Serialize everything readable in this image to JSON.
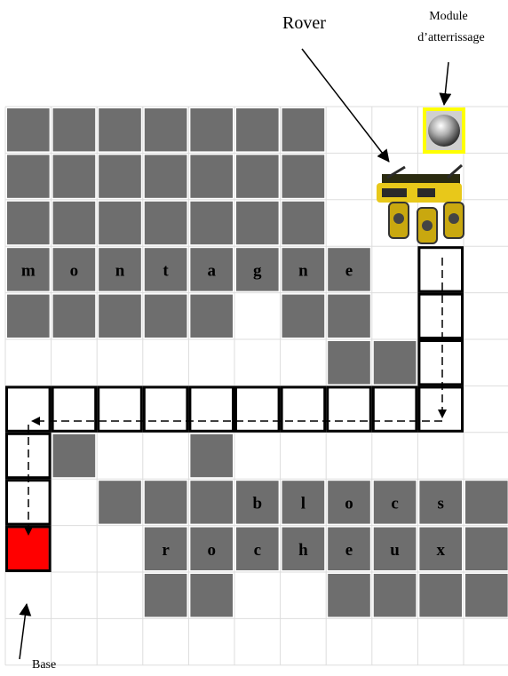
{
  "labels": {
    "rover": "Rover",
    "module_line1": "Module",
    "module_line2": "d’atterrissage",
    "base": "Base"
  },
  "grid": {
    "columns": 11,
    "rows": 12,
    "colors": {
      "obstacle": "#6e6e6e",
      "grid_line": "#dddddd",
      "base": "#ff0000",
      "path_border": "#000000"
    },
    "obstacle_rows": [
      [
        1,
        1,
        1,
        1,
        1,
        1,
        1,
        0,
        0,
        0,
        0
      ],
      [
        1,
        1,
        1,
        1,
        1,
        1,
        1,
        0,
        0,
        0,
        0
      ],
      [
        1,
        1,
        1,
        1,
        1,
        1,
        1,
        0,
        0,
        0,
        0
      ],
      [
        1,
        1,
        1,
        1,
        1,
        1,
        1,
        1,
        0,
        0,
        0
      ],
      [
        1,
        1,
        1,
        1,
        1,
        0,
        1,
        1,
        0,
        0,
        0
      ],
      [
        0,
        0,
        0,
        0,
        0,
        0,
        0,
        1,
        1,
        0,
        0
      ],
      [
        0,
        0,
        0,
        0,
        0,
        0,
        0,
        0,
        0,
        0,
        0
      ],
      [
        0,
        1,
        0,
        0,
        1,
        0,
        0,
        0,
        0,
        0,
        0
      ],
      [
        0,
        0,
        1,
        1,
        1,
        1,
        1,
        1,
        1,
        1,
        1
      ],
      [
        0,
        0,
        0,
        1,
        1,
        1,
        1,
        1,
        1,
        1,
        1
      ],
      [
        0,
        0,
        0,
        1,
        1,
        0,
        0,
        1,
        1,
        1,
        1
      ],
      [
        0,
        0,
        0,
        0,
        0,
        0,
        0,
        0,
        0,
        0,
        0
      ]
    ],
    "letter_cells": [
      {
        "row": 3,
        "col": 0,
        "text": "m"
      },
      {
        "row": 3,
        "col": 1,
        "text": "o"
      },
      {
        "row": 3,
        "col": 2,
        "text": "n"
      },
      {
        "row": 3,
        "col": 3,
        "text": "t"
      },
      {
        "row": 3,
        "col": 4,
        "text": "a"
      },
      {
        "row": 3,
        "col": 5,
        "text": "g"
      },
      {
        "row": 3,
        "col": 6,
        "text": "n"
      },
      {
        "row": 3,
        "col": 7,
        "text": "e"
      },
      {
        "row": 8,
        "col": 5,
        "text": "b"
      },
      {
        "row": 8,
        "col": 6,
        "text": "l"
      },
      {
        "row": 8,
        "col": 7,
        "text": "o"
      },
      {
        "row": 8,
        "col": 8,
        "text": "c"
      },
      {
        "row": 8,
        "col": 9,
        "text": "s"
      },
      {
        "row": 9,
        "col": 3,
        "text": "r"
      },
      {
        "row": 9,
        "col": 4,
        "text": "o"
      },
      {
        "row": 9,
        "col": 5,
        "text": "c"
      },
      {
        "row": 9,
        "col": 6,
        "text": "h"
      },
      {
        "row": 9,
        "col": 7,
        "text": "e"
      },
      {
        "row": 9,
        "col": 8,
        "text": "u"
      },
      {
        "row": 9,
        "col": 9,
        "text": "x"
      }
    ],
    "path_cells": [
      {
        "row": 3,
        "col": 9
      },
      {
        "row": 4,
        "col": 9
      },
      {
        "row": 5,
        "col": 9
      },
      {
        "row": 6,
        "col": 0
      },
      {
        "row": 6,
        "col": 1
      },
      {
        "row": 6,
        "col": 2
      },
      {
        "row": 6,
        "col": 3
      },
      {
        "row": 6,
        "col": 4
      },
      {
        "row": 6,
        "col": 5
      },
      {
        "row": 6,
        "col": 6
      },
      {
        "row": 6,
        "col": 7
      },
      {
        "row": 6,
        "col": 8
      },
      {
        "row": 6,
        "col": 9
      },
      {
        "row": 7,
        "col": 0
      },
      {
        "row": 8,
        "col": 0
      },
      {
        "row": 9,
        "col": 0
      }
    ],
    "base_cell": {
      "row": 9,
      "col": 0
    },
    "module_cell": {
      "row": 0,
      "col": 9
    },
    "rover_cell": {
      "row": 1,
      "col": 8
    }
  }
}
